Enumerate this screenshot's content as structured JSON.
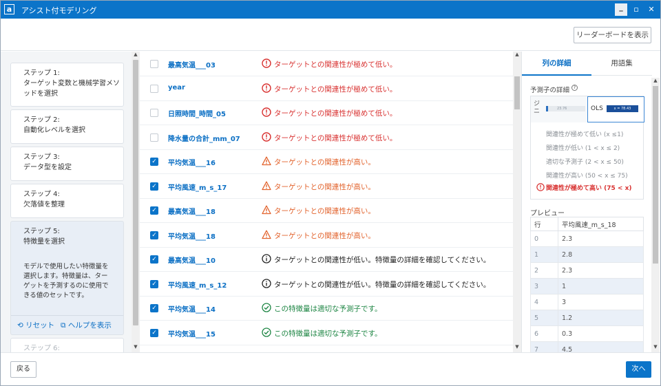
{
  "window": {
    "title": "アシスト付モデリング",
    "app_icon": "a"
  },
  "header": {
    "leaderboard_label": "リーダーボードを表示"
  },
  "steps": [
    {
      "title": "ステップ 1:",
      "desc": "ターゲット変数と機械学習メソッドを選択"
    },
    {
      "title": "ステップ 2:",
      "desc": "自動化レベルを選択"
    },
    {
      "title": "ステップ 3:",
      "desc": "データ型を設定"
    },
    {
      "title": "ステップ 4:",
      "desc": "欠落値を整理"
    },
    {
      "title": "ステップ 5:",
      "desc": "特徴量を選択",
      "detail": "モデルで使用したい特徴量を選択します。特徴量は、ターゲットを予測するのに使用できる値のセットです。",
      "reset": "リセット",
      "help": "ヘルプを表示"
    },
    {
      "title": "ステップ 6:"
    }
  ],
  "features": [
    {
      "name": "最高気温___03",
      "checked": false,
      "status": "veryLow",
      "text": "ターゲットとの関連性が極めて低い。"
    },
    {
      "name": "year",
      "checked": false,
      "status": "veryLow",
      "text": "ターゲットとの関連性が極めて低い。"
    },
    {
      "name": "日照時間_時間_05",
      "checked": false,
      "status": "veryLow",
      "text": "ターゲットとの関連性が極めて低い。"
    },
    {
      "name": "降水量の合計_mm_07",
      "checked": false,
      "status": "veryLow",
      "text": "ターゲットとの関連性が極めて低い。"
    },
    {
      "name": "平均気温___16",
      "checked": true,
      "status": "high",
      "text": "ターゲットとの関連性が高い。"
    },
    {
      "name": "平均風速_m_s_17",
      "checked": true,
      "status": "high",
      "text": "ターゲットとの関連性が高い。"
    },
    {
      "name": "最高気温___18",
      "checked": true,
      "status": "high",
      "text": "ターゲットとの関連性が高い。"
    },
    {
      "name": "平均気温___18",
      "checked": true,
      "status": "high",
      "text": "ターゲットとの関連性が高い。"
    },
    {
      "name": "最高気温___10",
      "checked": true,
      "status": "low",
      "text": "ターゲットとの関連性が低い。特徴量の詳細を確認してください。"
    },
    {
      "name": "平均風速_m_s_12",
      "checked": true,
      "status": "low",
      "text": "ターゲットとの関連性が低い。特徴量の詳細を確認してください。"
    },
    {
      "name": "平均気温___14",
      "checked": true,
      "status": "good",
      "text": "この特徴量は適切な予測子です。"
    },
    {
      "name": "平均気温___15",
      "checked": true,
      "status": "good",
      "text": "この特徴量は適切な予測子です。"
    }
  ],
  "details": {
    "tabs": {
      "details": "列の詳細",
      "glossary": "用語集"
    },
    "predictor_title": "予測子の詳細",
    "gini": {
      "label": "ジニ",
      "value_text": "23.76",
      "value": 23.76
    },
    "ols": {
      "label": "OLS",
      "value_text": "x = 78.43",
      "value": 78.43
    },
    "legend": [
      "関連性が極めて低い (x ≤1)",
      "関連性が低い (1 < x ≤ 2)",
      "適切な予測子 (2 < x ≤ 50)",
      "関連性が高い (50 < x ≤ 75)",
      "関連性が極めて高い (75 < x)"
    ],
    "preview_title": "プレビュー",
    "preview_columns": [
      "行",
      "平均風速_m_s_18"
    ],
    "preview_rows": [
      [
        "0",
        "2.3"
      ],
      [
        "1",
        "2.8"
      ],
      [
        "2",
        "2.3"
      ],
      [
        "3",
        "1"
      ],
      [
        "4",
        "3"
      ],
      [
        "5",
        "1.2"
      ],
      [
        "6",
        "0.3"
      ],
      [
        "7",
        "4.5"
      ]
    ]
  },
  "footer": {
    "back": "戻る",
    "next": "次へ"
  },
  "colors": {
    "accent": "#0b74c9",
    "very_low": "#d8302f",
    "high": "#e2622b",
    "good": "#1d8543"
  }
}
